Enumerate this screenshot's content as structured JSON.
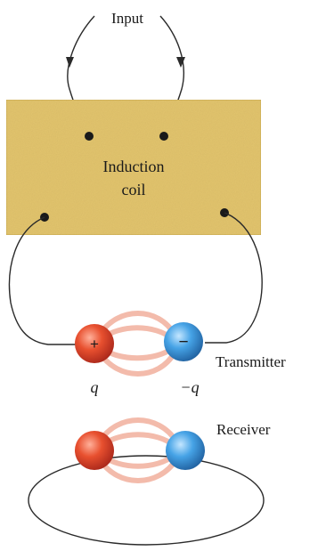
{
  "labels": {
    "input": "Input",
    "coil_line1": "Induction",
    "coil_line2": "coil",
    "transmitter": "Transmitter",
    "receiver": "Receiver",
    "charge_pos": "q",
    "charge_neg": "−q",
    "plus_sign": "+",
    "minus_sign": "−"
  },
  "colors": {
    "coil_fill": "#e2c46d",
    "coil_edge": "#c9a94e",
    "wire": "#2a2a2a",
    "positive_sphere": "#e0452a",
    "negative_sphere": "#3c9be0",
    "field_lines": "#f2b4a3"
  }
}
